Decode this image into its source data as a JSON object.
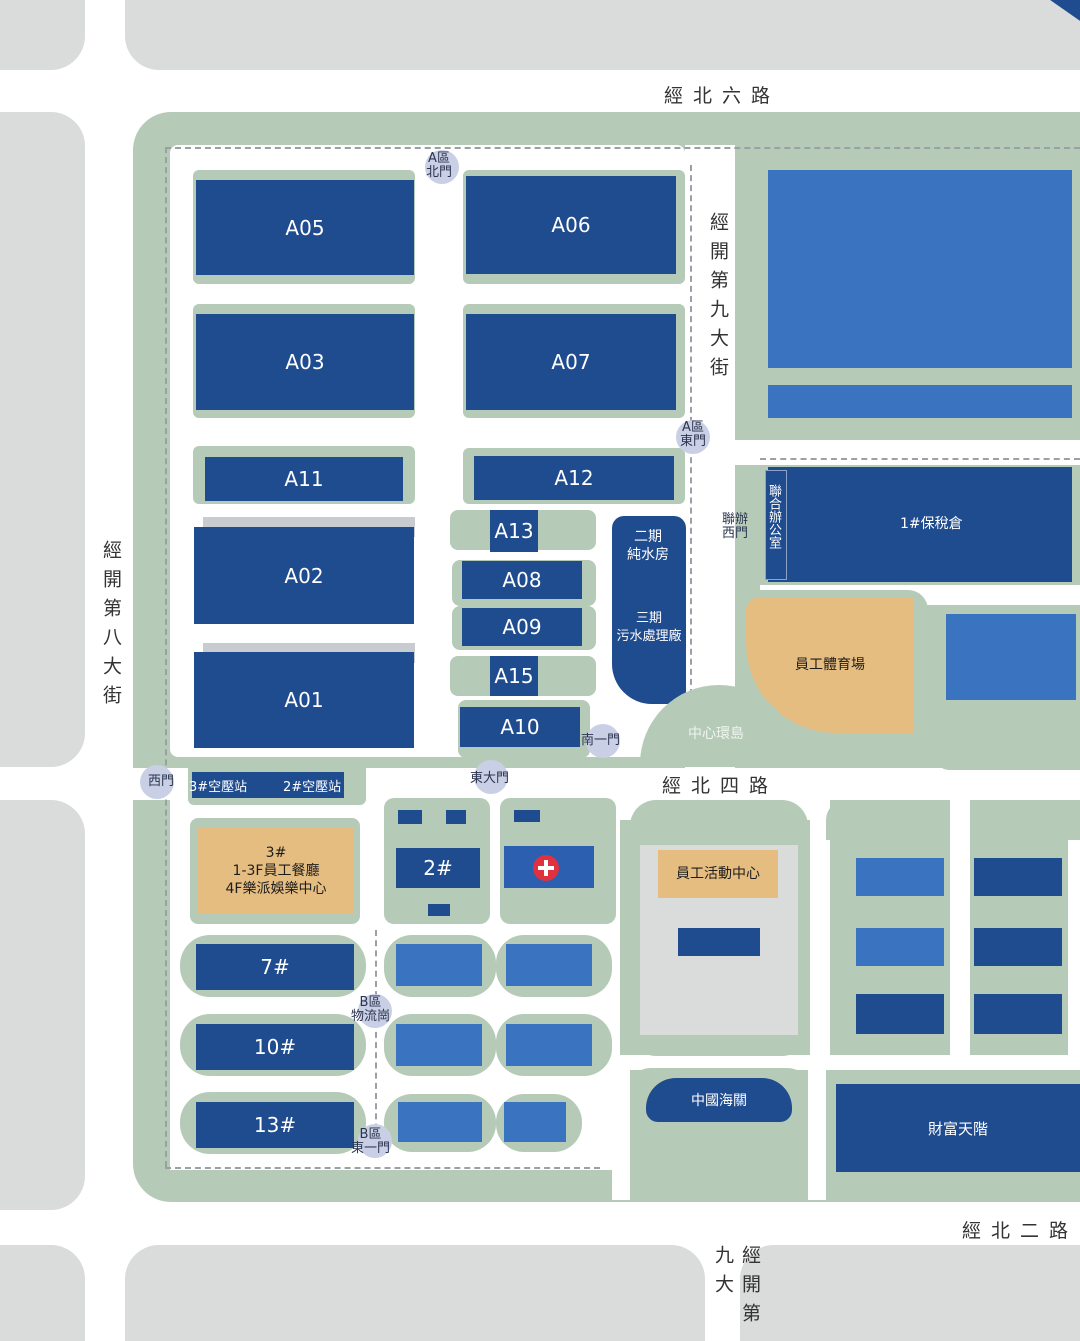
{
  "roads": {
    "north_six": "經北六路",
    "north_four": "經北四路",
    "north_two": "經北二路",
    "kai_eight": "經開第八大街",
    "kai_nine": "經開第九大街",
    "kai_nine_partial": "經開第九大"
  },
  "zone_a": {
    "a05": "A05",
    "a06": "A06",
    "a03": "A03",
    "a07": "A07",
    "a11": "A11",
    "a12": "A12",
    "a02": "A02",
    "a01": "A01",
    "a13": "A13",
    "a08": "A08",
    "a09": "A09",
    "a15": "A15",
    "a10": "A10"
  },
  "facilities": {
    "pure_water": "二期\n純水房",
    "sewage": "三期\n污水處理廠",
    "bonded_warehouse": "1#保稅倉",
    "joint_office": "聯合辦公室",
    "sports_field": "員工體育場",
    "roundabout": "中心環島",
    "air_station_3": "3#空壓站",
    "air_station_2": "2#空壓站",
    "canteen": "3#\n1-3F員工餐廳\n4F樂派娛樂中心",
    "building_2": "2#",
    "activity_center": "員工活動中心",
    "dorm_7": "7#",
    "dorm_10": "10#",
    "dorm_13": "13#",
    "customs": "中國海關",
    "fortune": "財富天階"
  },
  "gates": {
    "a_north": "A區\n北門",
    "a_east": "A區\n東門",
    "joint_west": "聯辦\n西門",
    "south_one": "南一門",
    "west": "西門",
    "east_main": "東大門",
    "b_logistics": "B區\n物流崗",
    "b_east_one": "B區\n東一門"
  },
  "icons": {
    "clinic": "medical-cross-icon"
  },
  "colors": {
    "building": "#1f4b8f",
    "building_light": "#3a74c0",
    "greenbelt": "#b5cbb8",
    "gray_block": "#d9dcda",
    "amenity": "#e6bd80",
    "gate_marker": "#c9cfe5",
    "medical": "#e03140"
  }
}
